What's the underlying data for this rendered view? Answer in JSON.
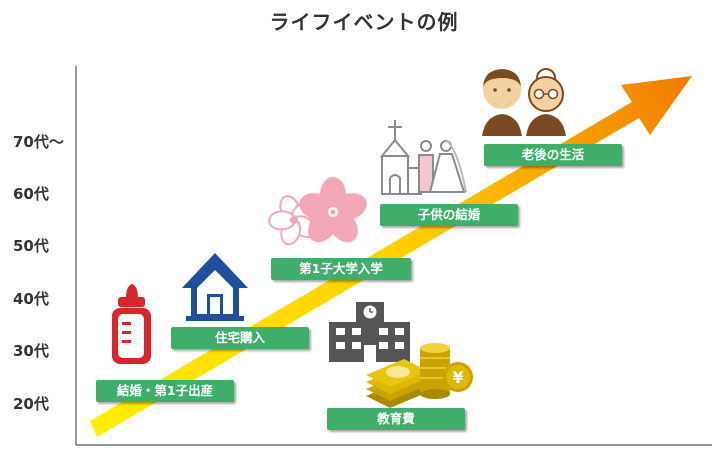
{
  "title": "ライフイベントの例",
  "y_axis_labels": [
    "70代〜",
    "60代",
    "50代",
    "40代",
    "30代",
    "20代"
  ],
  "events": [
    {
      "id": "marriage",
      "label": "結婚・第1子出産",
      "icon": "baby-bottle-icon"
    },
    {
      "id": "house",
      "label": "住宅購入",
      "icon": "house-icon"
    },
    {
      "id": "education",
      "label": "教育費",
      "icon": "school-money-icon"
    },
    {
      "id": "university",
      "label": "第1子大学入学",
      "icon": "sakura-icon"
    },
    {
      "id": "child-wedding",
      "label": "子供の結婚",
      "icon": "church-wedding-icon"
    },
    {
      "id": "retirement",
      "label": "老後の生活",
      "icon": "elderly-couple-icon"
    }
  ],
  "colors": {
    "badge": "#3fae6b",
    "arrow_start": "#ffee00",
    "arrow_end": "#f27b00",
    "axis": "#555555",
    "bottle": "#d9262b",
    "house": "#1f4e9c",
    "sakura": "#f3a6b5",
    "school": "#555555",
    "money": "#c9a400",
    "wedding": "#8a8a8a",
    "elderly": "#7a4a22"
  }
}
